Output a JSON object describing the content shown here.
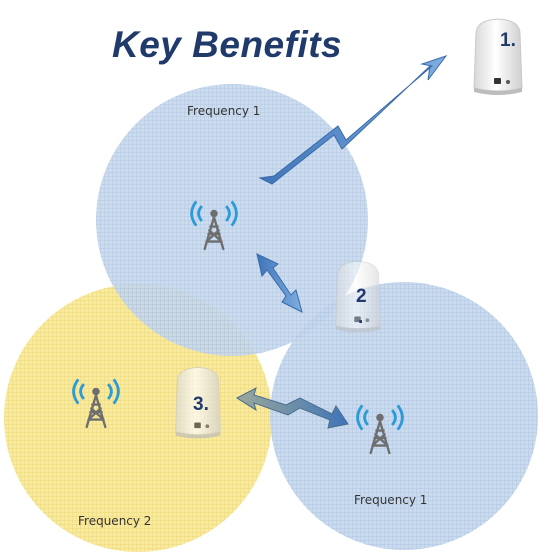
{
  "title": "Key Benefits",
  "cells": [
    {
      "label": "Frequency 1",
      "color": "#b9cfe6"
    },
    {
      "label": "Frequency 1",
      "color": "#b9cfe6"
    },
    {
      "label": "Frequency 2",
      "color": "#f6e58a"
    }
  ],
  "markers": [
    "1.",
    "2",
    ".",
    "3."
  ],
  "colors": {
    "title": "#1f3a6b",
    "blue_cell": "#b9cfe6",
    "yellow_cell": "#f6e58a",
    "arrow": "#4f86c6",
    "tower": "#7a7a7a",
    "waves": "#2b9bd8"
  },
  "icons": [
    "cell-tower-icon",
    "outdoor-unit-icon",
    "lightning-arrow-icon"
  ]
}
